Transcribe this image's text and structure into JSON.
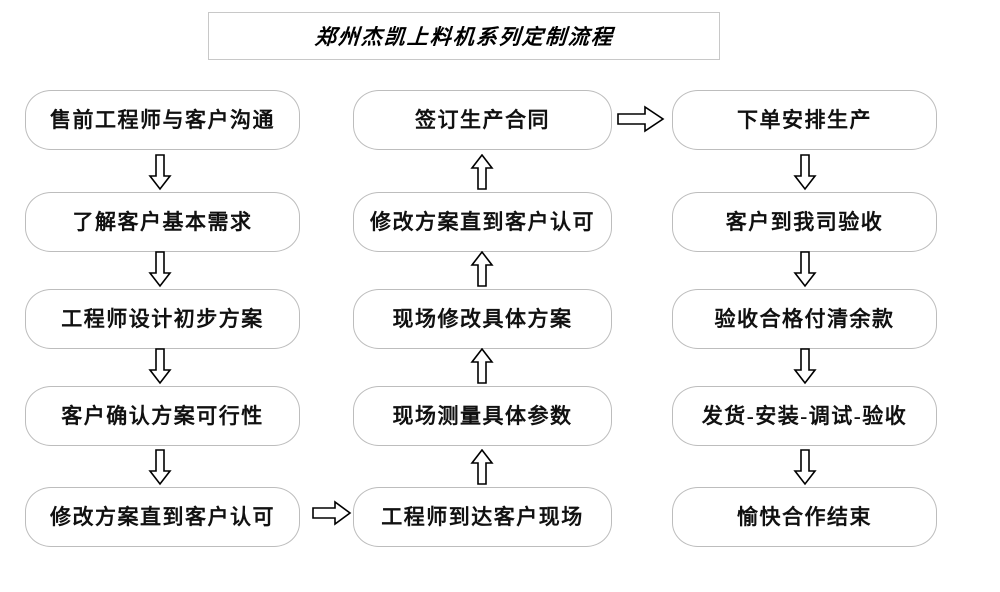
{
  "page": {
    "background": "#ffffff",
    "box_border_color": "#bdbdbd",
    "title_border_color": "#c8c8c8",
    "text_color": "#111111",
    "arrow_color": "#000000"
  },
  "title": {
    "text": "郑州杰凯上料机系列定制流程"
  },
  "columns": {
    "left": {
      "name": "pre-sales-design-column",
      "nodes": [
        {
          "id": "n1",
          "label": "售前工程师与客户沟通"
        },
        {
          "id": "n2",
          "label": "了解客户基本需求"
        },
        {
          "id": "n3",
          "label": "工程师设计初步方案"
        },
        {
          "id": "n4",
          "label": "客户确认方案可行性"
        },
        {
          "id": "n5",
          "label": "修改方案直到客户认可"
        }
      ]
    },
    "middle": {
      "name": "onsite-survey-column",
      "nodes": [
        {
          "id": "m1",
          "label": "签订生产合同"
        },
        {
          "id": "m2",
          "label": "修改方案直到客户认可"
        },
        {
          "id": "m3",
          "label": "现场修改具体方案"
        },
        {
          "id": "m4",
          "label": "现场测量具体参数"
        },
        {
          "id": "m5",
          "label": "工程师到达客户现场"
        }
      ]
    },
    "right": {
      "name": "production-delivery-column",
      "nodes": [
        {
          "id": "r1",
          "label": "下单安排生产"
        },
        {
          "id": "r2",
          "label": "客户到我司验收"
        },
        {
          "id": "r3",
          "label": "验收合格付清余款"
        },
        {
          "id": "r4",
          "label": "发货-安装-调试-验收"
        },
        {
          "id": "r5",
          "label": "愉快合作结束"
        }
      ]
    }
  },
  "arrows": [
    {
      "id": "a-l1",
      "direction": "down",
      "from": "n1",
      "to": "n2"
    },
    {
      "id": "a-l2",
      "direction": "down",
      "from": "n2",
      "to": "n3"
    },
    {
      "id": "a-l3",
      "direction": "down",
      "from": "n3",
      "to": "n4"
    },
    {
      "id": "a-l4",
      "direction": "down",
      "from": "n4",
      "to": "n5"
    },
    {
      "id": "a-bridge-left-mid",
      "direction": "right",
      "from": "n5",
      "to": "m5"
    },
    {
      "id": "a-m4",
      "direction": "up",
      "from": "m5",
      "to": "m4"
    },
    {
      "id": "a-m3",
      "direction": "up",
      "from": "m4",
      "to": "m3"
    },
    {
      "id": "a-m2",
      "direction": "up",
      "from": "m3",
      "to": "m2"
    },
    {
      "id": "a-m1",
      "direction": "up",
      "from": "m2",
      "to": "m1"
    },
    {
      "id": "a-bridge-mid-right",
      "direction": "right",
      "from": "m1",
      "to": "r1"
    },
    {
      "id": "a-r1",
      "direction": "down",
      "from": "r1",
      "to": "r2"
    },
    {
      "id": "a-r2",
      "direction": "down",
      "from": "r2",
      "to": "r3"
    },
    {
      "id": "a-r3",
      "direction": "down",
      "from": "r3",
      "to": "r4"
    },
    {
      "id": "a-r4",
      "direction": "down",
      "from": "r4",
      "to": "r5"
    }
  ]
}
